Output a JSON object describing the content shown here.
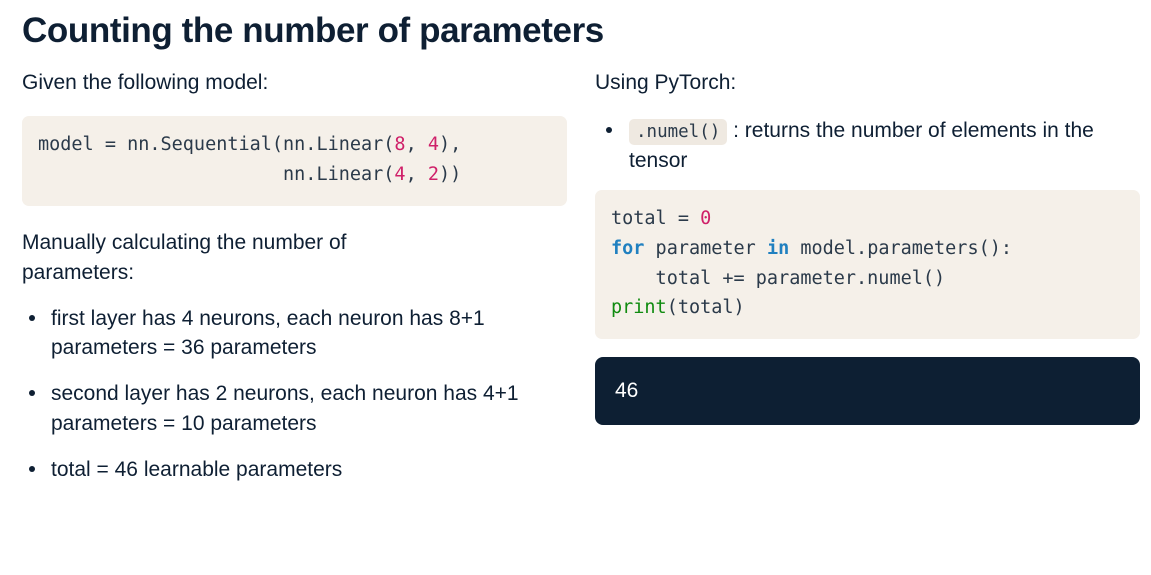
{
  "slide": {
    "title": "Counting the number of parameters",
    "left": {
      "lead": "Given the following model:",
      "model_code_lines": [
        {
          "segments": [
            {
              "text": "model = nn.Sequential(nn.Linear(",
              "type": "plain"
            },
            {
              "text": "8",
              "type": "number"
            },
            {
              "text": ", ",
              "type": "plain"
            },
            {
              "text": "4",
              "type": "number"
            },
            {
              "text": "),",
              "type": "plain"
            }
          ]
        },
        {
          "segments": [
            {
              "text": "                      nn.Linear(",
              "type": "plain"
            },
            {
              "text": "4",
              "type": "number"
            },
            {
              "text": ", ",
              "type": "plain"
            },
            {
              "text": "2",
              "type": "number"
            },
            {
              "text": "))",
              "type": "plain"
            }
          ]
        }
      ],
      "paragraph": "Manually calculating the number of parameters:",
      "bullets": [
        "first layer has 4 neurons, each neuron has 8+1 parameters = 36 parameters",
        "second layer has 2 neurons, each neuron has 4+1 parameters = 10 parameters",
        "total = 46 learnable parameters"
      ]
    },
    "right": {
      "lead": "Using PyTorch:",
      "bullets": [
        {
          "code": ".numel()",
          "text": ": returns the number of elements in the tensor"
        }
      ],
      "code_lines": [
        {
          "segments": [
            {
              "text": "total = ",
              "type": "plain"
            },
            {
              "text": "0",
              "type": "number"
            }
          ]
        },
        {
          "segments": [
            {
              "text": "for",
              "type": "keyword"
            },
            {
              "text": " parameter ",
              "type": "plain"
            },
            {
              "text": "in",
              "type": "keyword"
            },
            {
              "text": " model.parameters():",
              "type": "plain"
            }
          ]
        },
        {
          "segments": [
            {
              "text": "    total += parameter.numel()",
              "type": "plain"
            }
          ]
        },
        {
          "segments": [
            {
              "text": "print",
              "type": "builtin"
            },
            {
              "text": "(total)",
              "type": "plain"
            }
          ]
        }
      ],
      "output": "46"
    }
  },
  "colors": {
    "text": "#0e1f33",
    "code_bg": "#f5f0e9",
    "inline_code_bg": "#efe9e1",
    "code_text": "#2b3a4a",
    "number": "#cf2069",
    "keyword": "#2080c0",
    "builtin": "#108b10",
    "output_bg": "#0d1f33",
    "output_text": "#ffffff"
  }
}
